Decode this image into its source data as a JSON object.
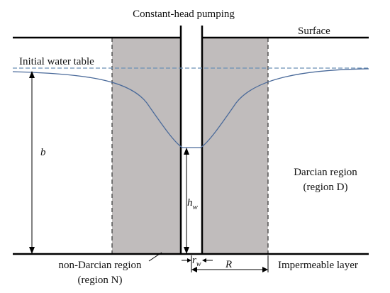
{
  "labels": {
    "pumping": "Constant-head pumping",
    "surface": "Surface",
    "initial_water_table": "Initial water table",
    "b": "b",
    "h_w_main": "h",
    "h_w_sub": "w",
    "darcian_line1": "Darcian region",
    "darcian_line2": "(region D)",
    "non_darcian_line1": "non-Darcian region",
    "non_darcian_line2": "(region N)",
    "r_w_main": "r",
    "r_w_sub": "w",
    "R": "R",
    "impermeable": "Impermeable layer"
  },
  "colors": {
    "line": "#000000",
    "water_table": "#4a6a9a",
    "initial_water_table": "#6a8fb5",
    "region_n_fill": "#c0bcbc",
    "background": "#ffffff"
  }
}
